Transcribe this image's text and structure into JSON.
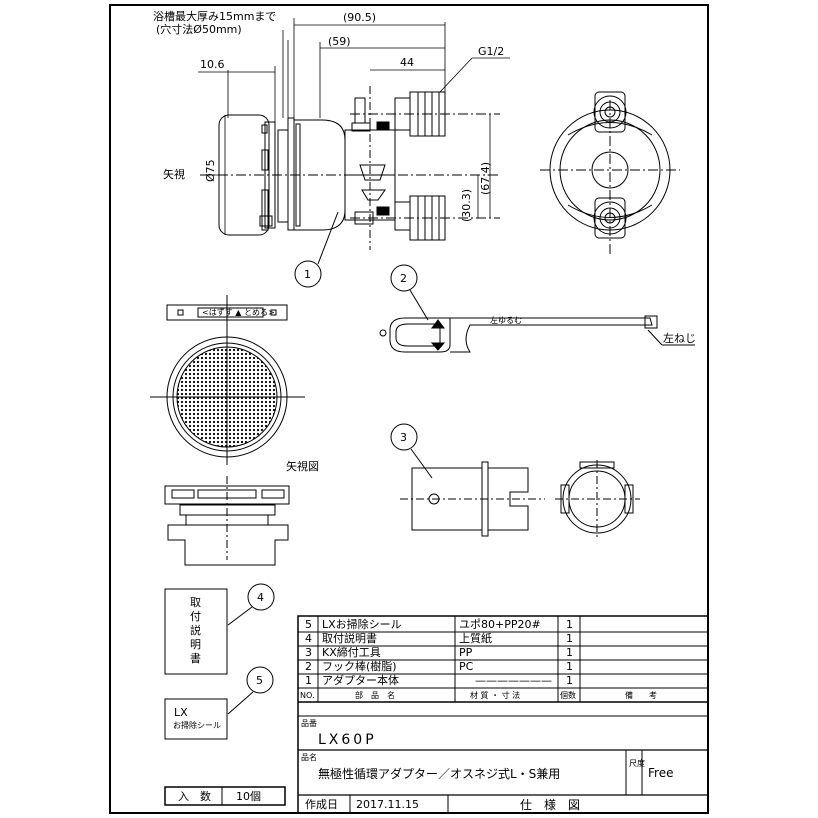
{
  "dimensions": {
    "note_line1": "浴槽最大厚み15mmまで",
    "note_line2": "(穴寸法Ø50mm)",
    "d90": "(90.5)",
    "d59": "(59)",
    "d44": "44",
    "d10": "10.6",
    "thread": "G1/2",
    "dia75": "Ø75",
    "view_arrow": "矢視",
    "d674": "(67.4)",
    "d303": "(30.3)",
    "left_thread": "左ねじ",
    "view_label": "矢視図"
  },
  "labels": {
    "b1": "1",
    "b2": "2",
    "b3": "3",
    "b4": "4",
    "b5": "5",
    "tape_text": "<はずす  ▲ とめる>",
    "hook_text": "左ゆるむ",
    "manual_c1": "取",
    "manual_c2": "付",
    "manual_c3": "説",
    "manual_c4": "明",
    "manual_c5": "書",
    "seal_l1": "LX",
    "seal_l2": "お掃除シール"
  },
  "parts_table": {
    "rows": [
      {
        "no": "5",
        "name": "LXお掃除シール",
        "material": "ユポ80+PP20#",
        "qty": "1",
        "note": ""
      },
      {
        "no": "4",
        "name": "取付説明書",
        "material": "上質紙",
        "qty": "1",
        "note": ""
      },
      {
        "no": "3",
        "name": "KX締付工具",
        "material": "PP",
        "qty": "1",
        "note": ""
      },
      {
        "no": "2",
        "name": "フック棒(樹脂)",
        "material": "PC",
        "qty": "1",
        "note": ""
      },
      {
        "no": "1",
        "name": "アダプター本体",
        "material": "———————",
        "qty": "1",
        "note": ""
      }
    ],
    "header": {
      "no": "NO.",
      "name": "部　品　名",
      "material": "材 質 ・ 寸 法",
      "qty": "個数",
      "note": "備　　考"
    }
  },
  "title_block": {
    "model_label": "品番",
    "model": "LX60P",
    "name_label": "品名",
    "name": "無極性循環アダプター／オスネジ式L・S兼用",
    "scale_label": "尺度",
    "scale": "Free",
    "date_label": "作成日",
    "date": "2017.11.15",
    "doc_type": "仕　様　図",
    "qty_label": "入　数",
    "qty_value": "10個"
  }
}
